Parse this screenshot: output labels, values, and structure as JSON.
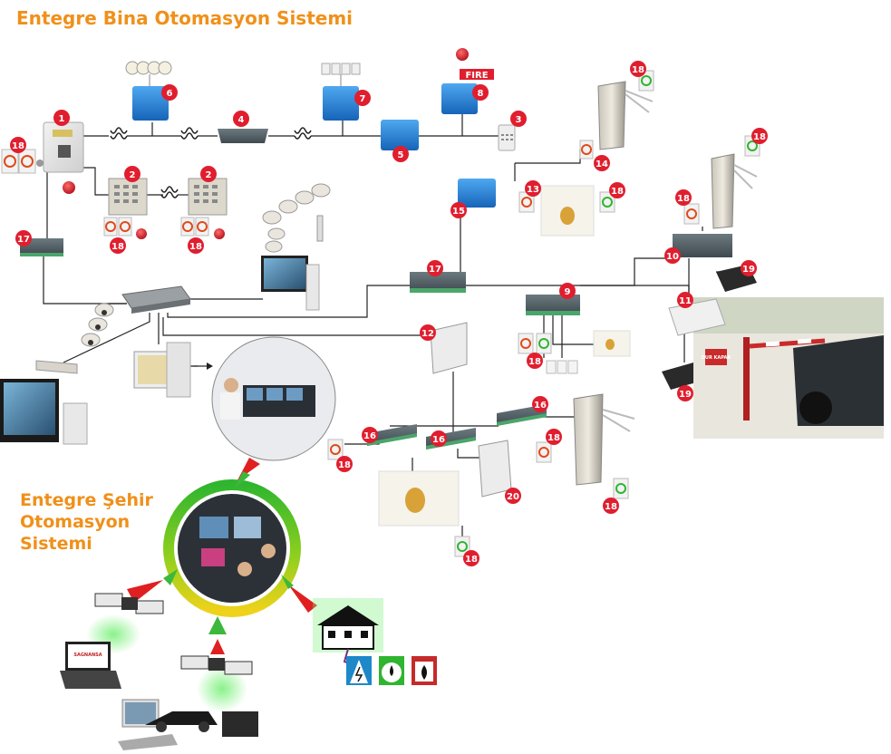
{
  "titles": {
    "building": "Entegre Bina Otomasyon Sistemi",
    "city_line1": "Entegre Şehir",
    "city_line2": "Otomasyon",
    "city_line3": "Sistemi"
  },
  "labels": {
    "fire": "FIRE",
    "stop_sign": "DUR KAPAR",
    "laptop_brand": "SAGNANSA"
  },
  "badges": [
    "1",
    "2",
    "2",
    "3",
    "4",
    "5",
    "6",
    "7",
    "8",
    "9",
    "10",
    "11",
    "12",
    "13",
    "14",
    "15",
    "16",
    "16",
    "16",
    "17",
    "17",
    "18",
    "18",
    "18",
    "18",
    "18",
    "18",
    "18",
    "18",
    "18",
    "18",
    "18",
    "18",
    "18",
    "19",
    "19",
    "20"
  ],
  "colors": {
    "title": "#f0901a",
    "badge": "#e01e2e",
    "controller": "#1e7fd8",
    "arrow_red": "#e02020",
    "arrow_green": "#3cb83c",
    "ring_green": "#2fb52f",
    "ring_yellow": "#f0d21a"
  }
}
